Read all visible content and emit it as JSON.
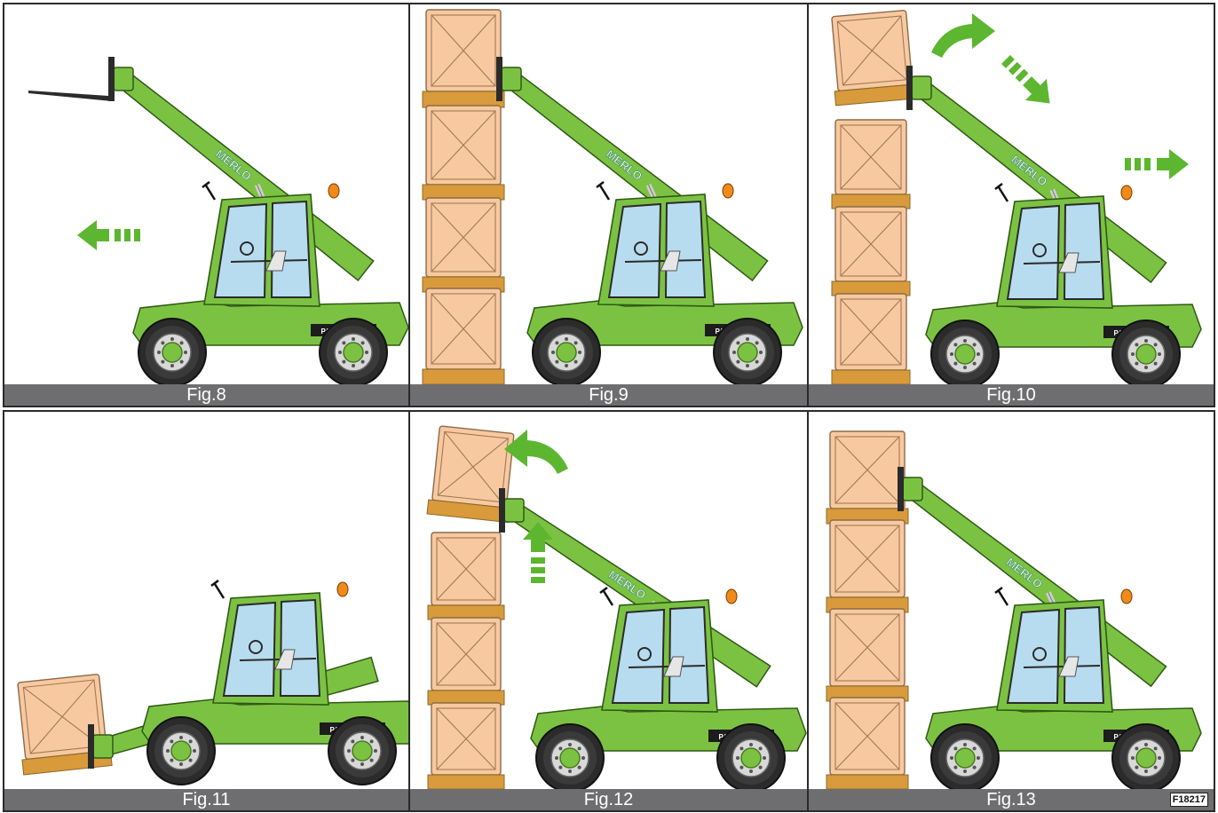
{
  "figures": [
    {
      "caption": "Fig.8"
    },
    {
      "caption": "Fig.9"
    },
    {
      "caption": "Fig.10"
    },
    {
      "caption": "Fig.11"
    },
    {
      "caption": "Fig.12"
    },
    {
      "caption": "Fig.13"
    }
  ],
  "machine": {
    "brand_text": "MERLO",
    "model_text": "PANO RAMIC"
  },
  "drawing_code": "F18217",
  "colors": {
    "machine_green": "#7cc242",
    "machine_dark": "#2e2e2e",
    "arrow_green": "#5cb630",
    "crate_fill": "#f8c9a0",
    "crate_base": "#d99a3c",
    "glass": "#b8dcef",
    "caption_bar": "#6e6e70",
    "beacon": "#f08a1a"
  }
}
